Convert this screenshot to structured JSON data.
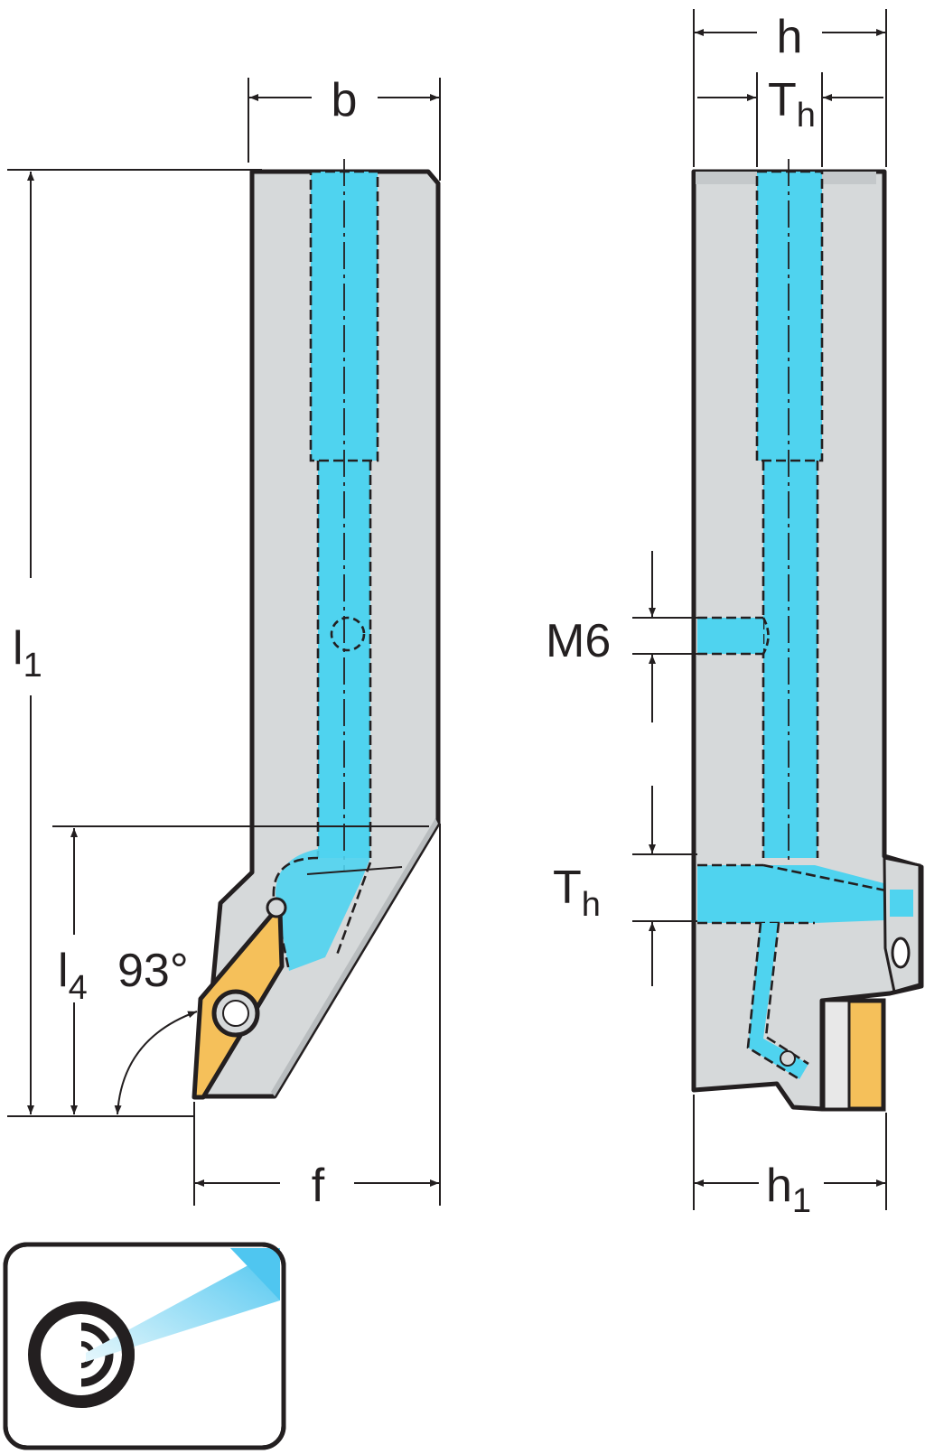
{
  "labels": {
    "b": "b",
    "h": "h",
    "Th_top": "T",
    "Th_top_sub": "h",
    "l1": "l",
    "l1_sub": "1",
    "l4": "l",
    "l4_sub": "4",
    "angle": "93°",
    "f": "f",
    "M6": "M6",
    "Th_side": "T",
    "Th_side_sub": "h",
    "h1": "h",
    "h1_sub": "1"
  },
  "colors": {
    "coolant": "#4fd3ef",
    "body": "#d6d9da",
    "insert": "#f5c05a",
    "outline": "#231f20"
  },
  "icons": {
    "badge": "high-precision-coolant-icon"
  }
}
